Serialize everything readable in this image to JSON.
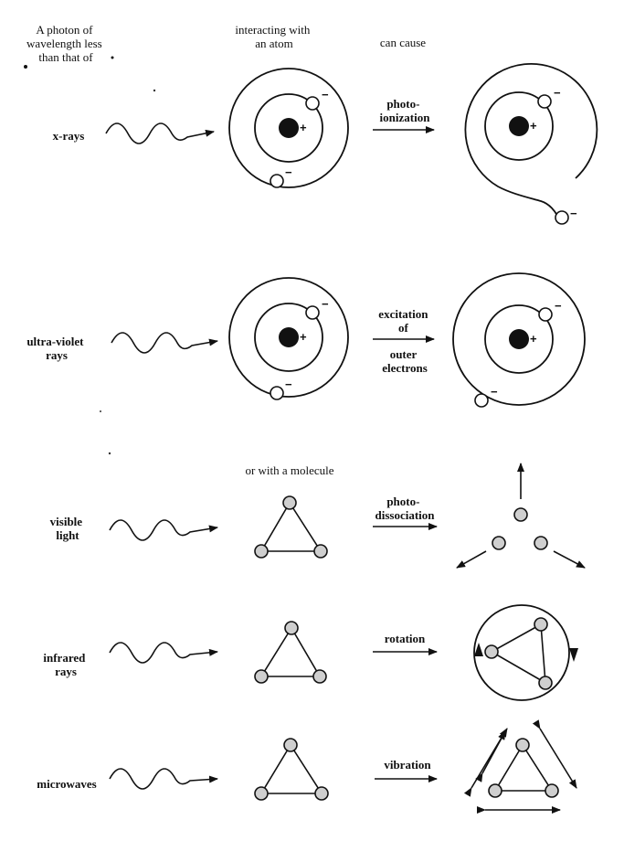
{
  "headers": {
    "col1": [
      "A photon of",
      "wavelength less",
      "than that of"
    ],
    "col2": [
      "interacting with",
      "an atom"
    ],
    "col3": [
      "can cause"
    ],
    "molecule": [
      "or  with a molecule"
    ]
  },
  "rows": [
    {
      "photon": [
        "x-rays"
      ],
      "effect": [
        "photo-",
        "ionization"
      ]
    },
    {
      "photon": [
        "ultra-violet",
        "rays"
      ],
      "effect": [
        "excitation",
        "of",
        "outer",
        "electrons"
      ]
    },
    {
      "photon": [
        "visible",
        "light"
      ],
      "effect": [
        "photo-",
        "dissociation"
      ]
    },
    {
      "photon": [
        "infrared",
        "rays"
      ],
      "effect": [
        "rotation"
      ]
    },
    {
      "photon": [
        "microwaves"
      ],
      "effect": [
        "vibration"
      ]
    }
  ],
  "symbols": {
    "nucleus": "+",
    "electron": "−"
  }
}
